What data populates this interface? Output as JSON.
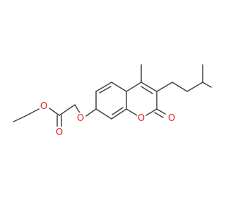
{
  "molecule": {
    "atoms": {
      "o_ester_ether": "O",
      "o_ester_carbonyl": "O",
      "o_aryl_ether": "O",
      "o_ring": "O",
      "o_lactone_carbonyl": "O"
    },
    "colors": {
      "bond": "#404040",
      "oxygen": "#e8211b",
      "background": "#ffffff"
    }
  }
}
